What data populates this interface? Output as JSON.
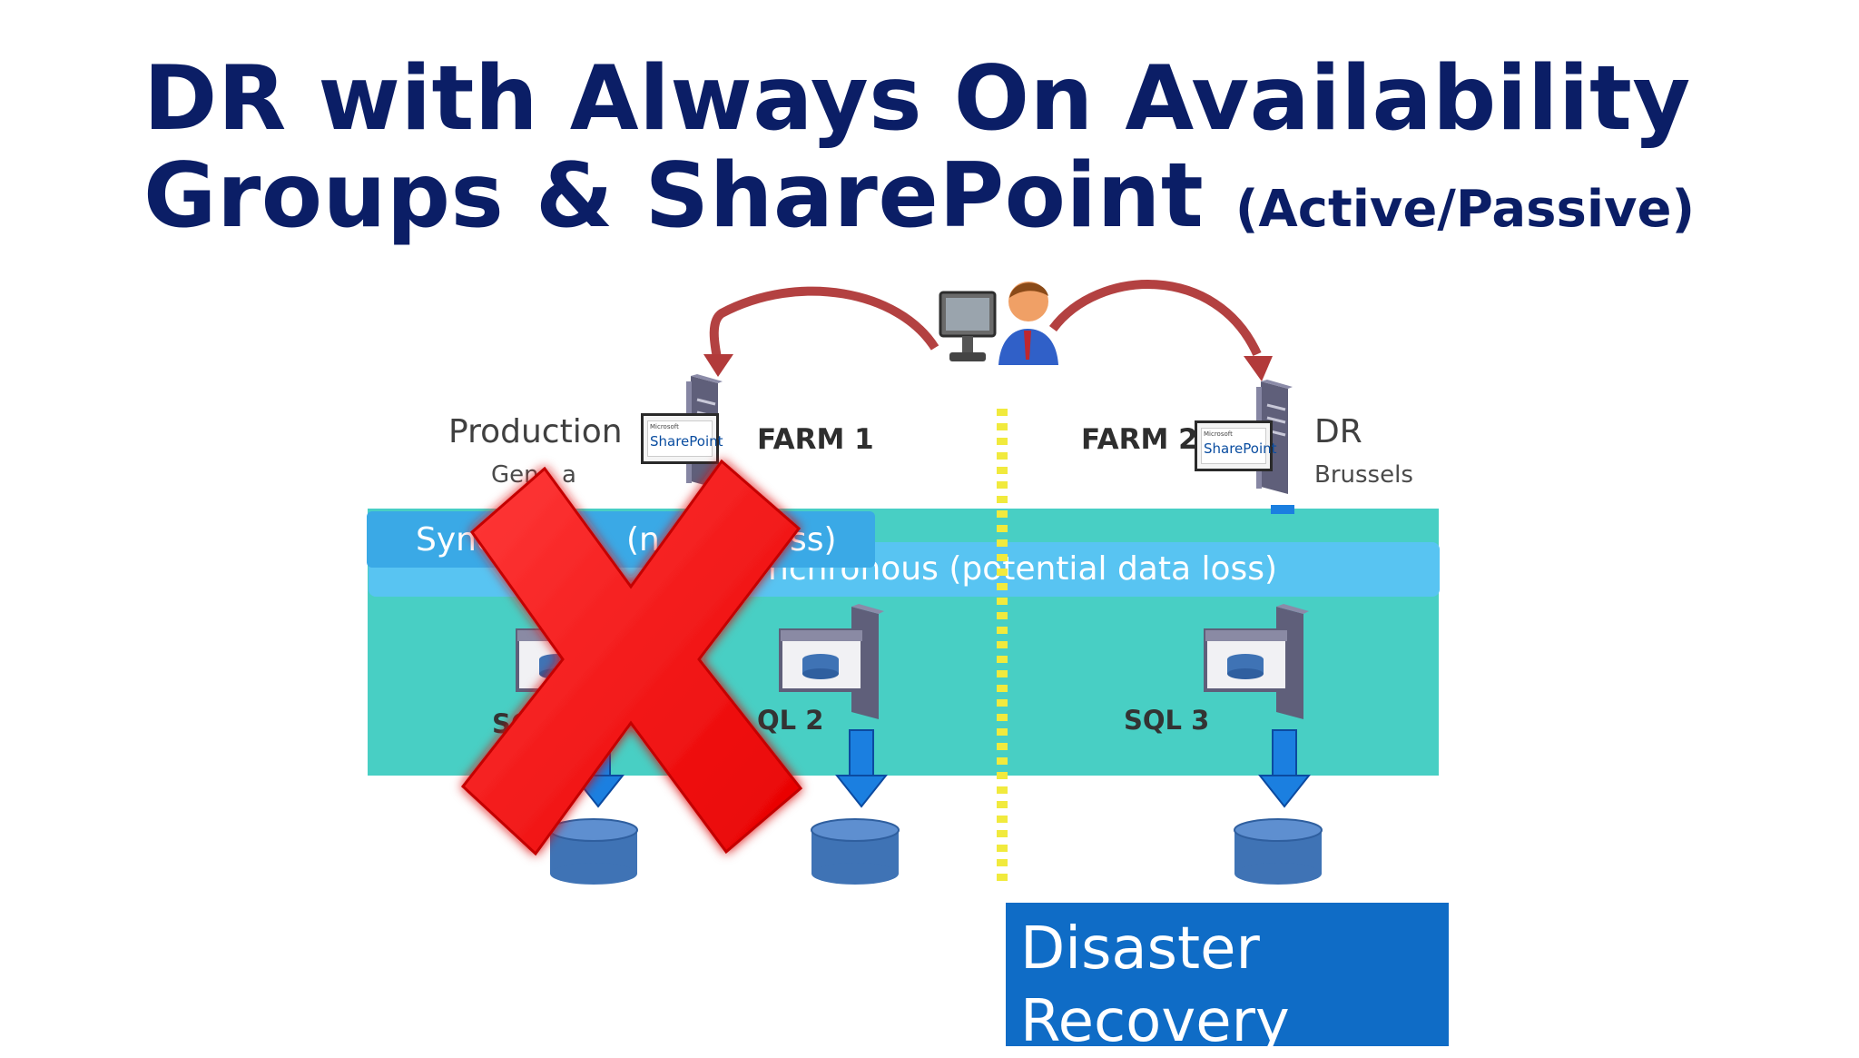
{
  "title": {
    "line1": "DR with Always On Availability",
    "line2": "Groups & SharePoint",
    "qualifier": "(Active/Passive)"
  },
  "sites": {
    "production": {
      "name": "Production",
      "city_visible": "Gen",
      "city_tail_visible": "a"
    },
    "dr": {
      "name": "DR",
      "city": "Brussels"
    }
  },
  "farms": {
    "farm1": "FARM 1",
    "farm2": "FARM 2"
  },
  "sharepoint_logo": {
    "brand": "Microsoft",
    "product": "SharePoint"
  },
  "replication": {
    "sync_visible_start": "Sync",
    "sync_visible_mid": "(n",
    "sync_visible_end": "ss)",
    "async_visible": "nchronous (potential data loss)"
  },
  "sql": {
    "sql1_visible": "SQ",
    "sql2_visible": "QL 2",
    "sql3": "SQL 3"
  },
  "dr_box": {
    "line1": "Disaster",
    "line2": "Recovery"
  },
  "icons": [
    "user-at-monitor-icon",
    "server-icon",
    "sql-server-icon",
    "database-icon",
    "down-arrow-icon",
    "curved-arrow-icon",
    "red-x-failure-icon"
  ],
  "colors": {
    "title": "#0b1e66",
    "teal_zone": "#48cfc4",
    "sync_bar": "#3aa9e6",
    "async_bar": "#58c4f2",
    "dr_box": "#0f6cc6",
    "failure_x": "#ff1010",
    "divider": "#f1ea3d",
    "db": "#3f73b5"
  }
}
